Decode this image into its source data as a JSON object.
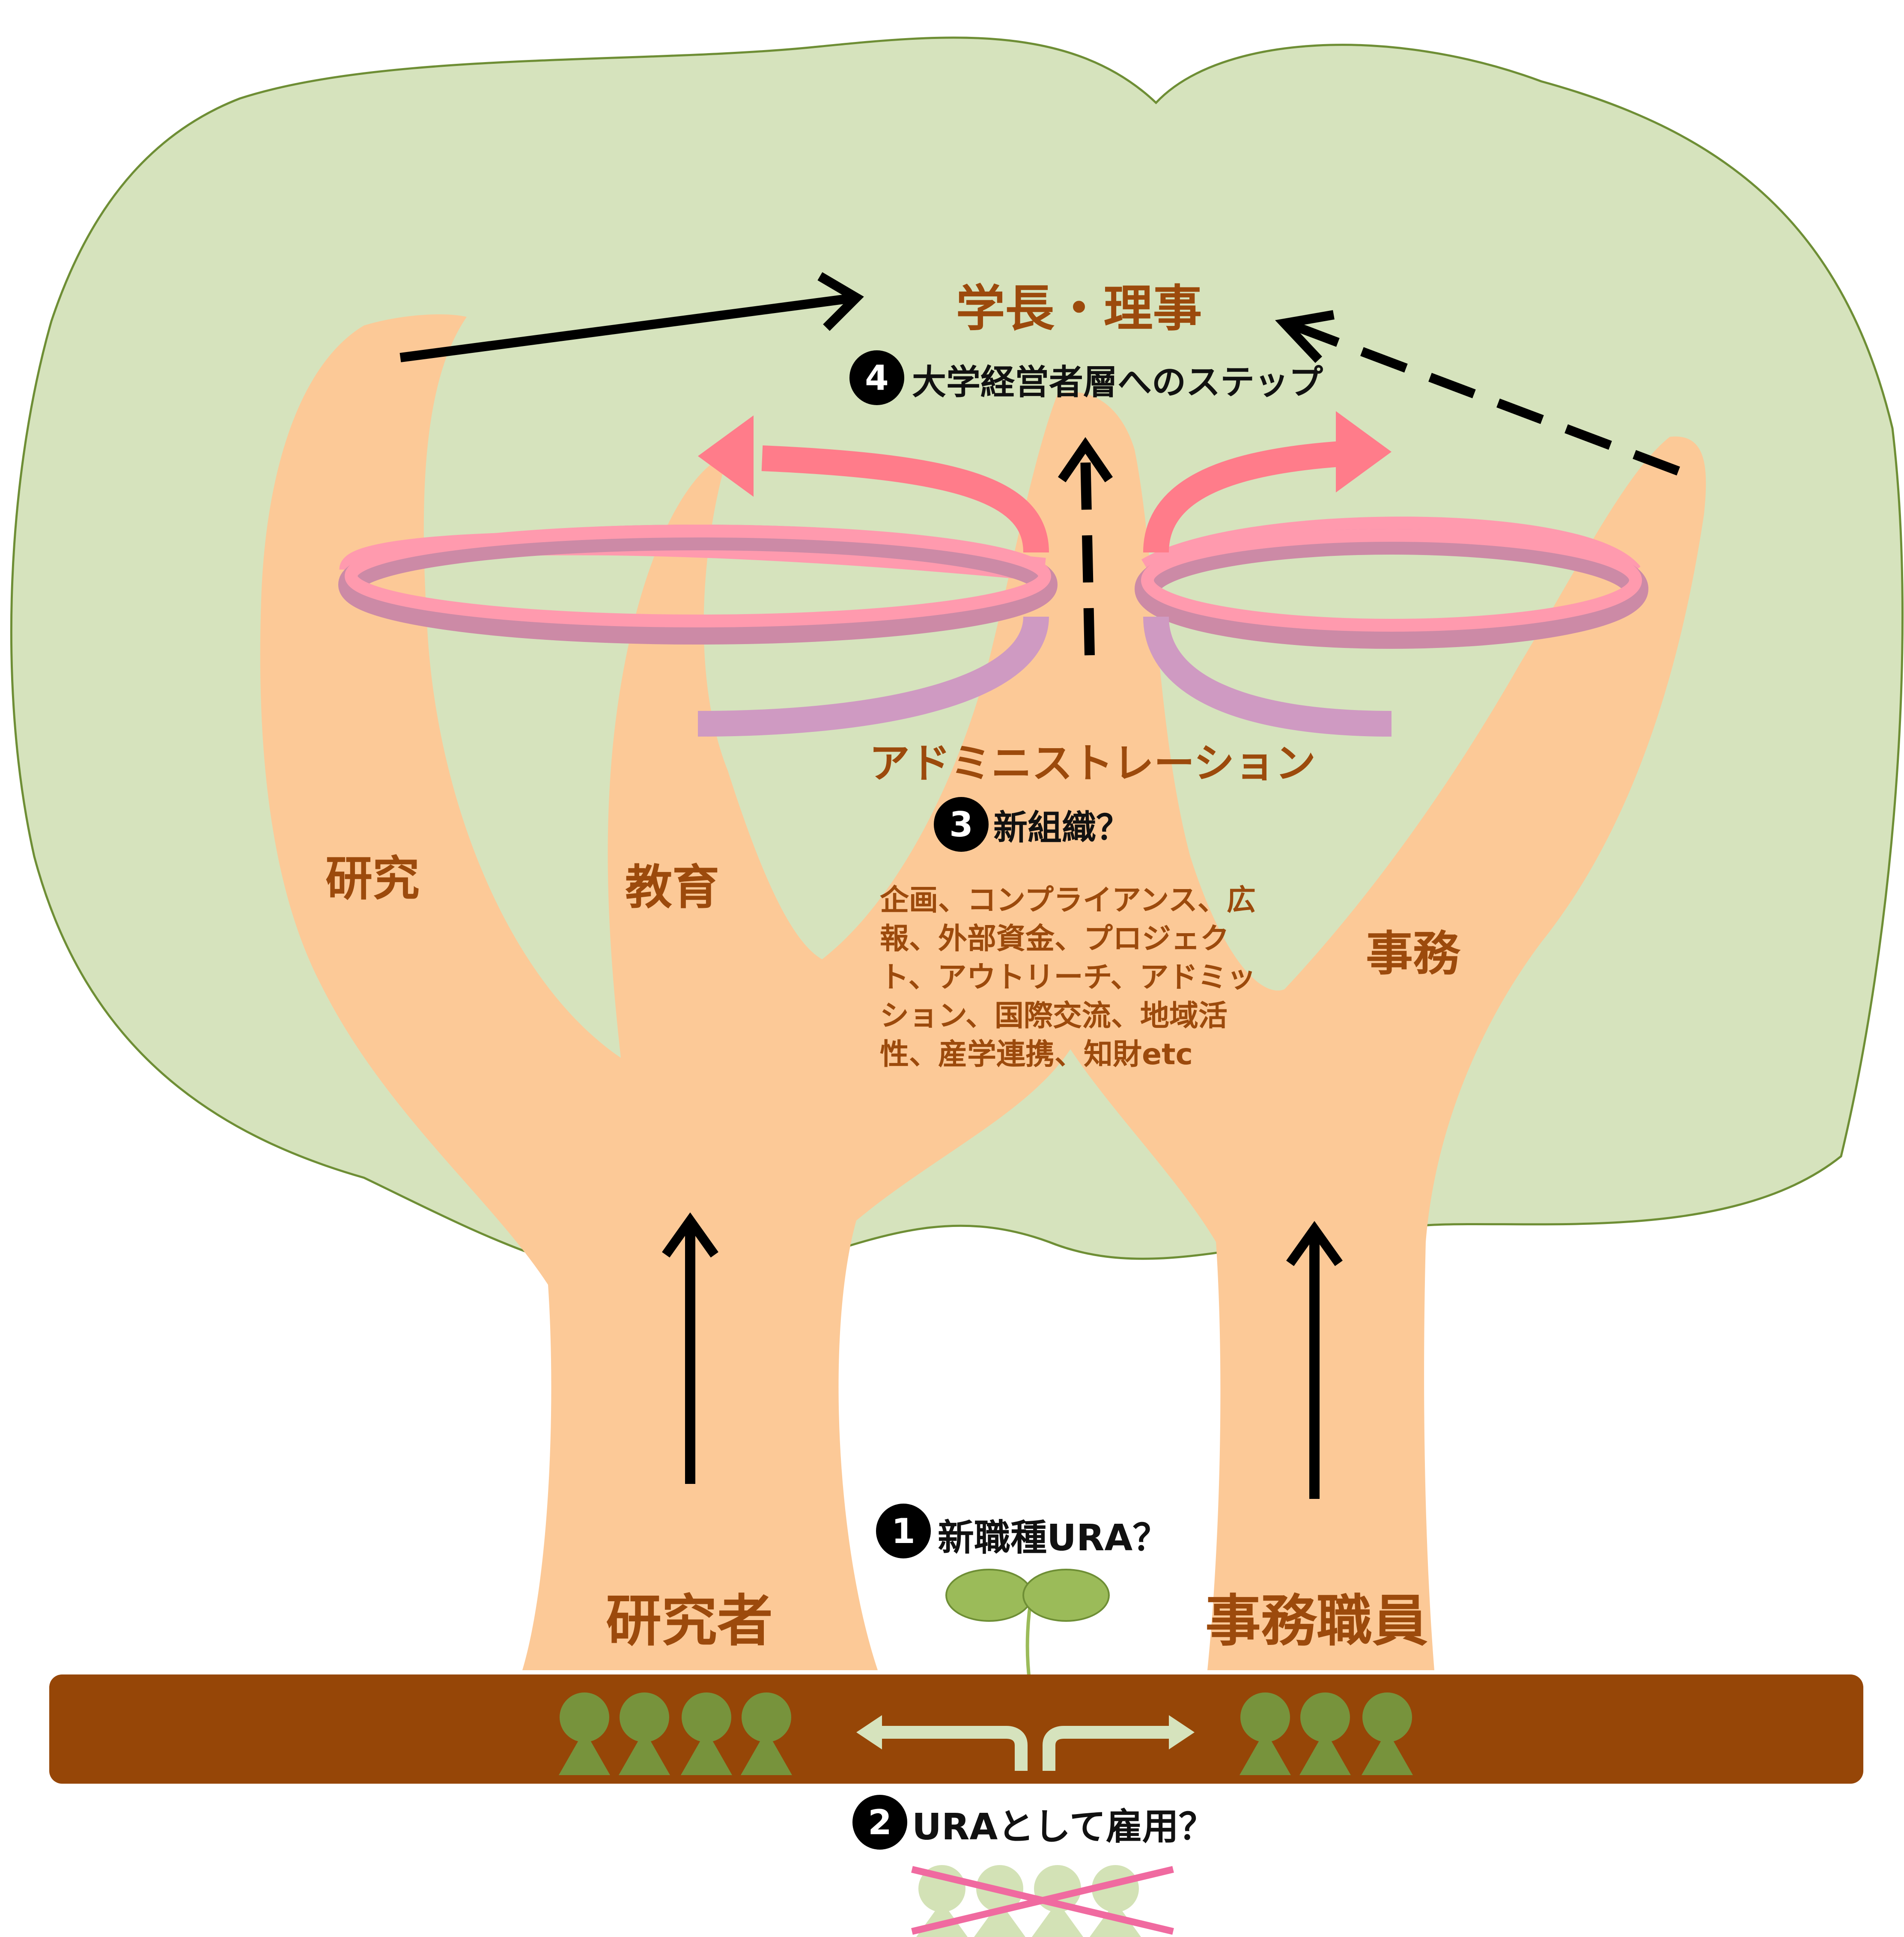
{
  "labels": {
    "top_title": "学長・理事",
    "step4": "大学経営者層へのステップ",
    "administration": "アドミニストレーション",
    "step3": "新組織？",
    "branch_research": "研究",
    "branch_education": "教育",
    "branch_office": "事務",
    "admin_list": [
      "企画、コンプライアンス、広",
      "報、外部資金、プロジェク",
      "ト、アウトリーチ、アドミッ",
      "ション、国際交流、地域活",
      "性、産学連携、知財etc"
    ],
    "step1": "新職種URA？",
    "researchers": "研究者",
    "office_staff": "事務職員",
    "step2": "URAとして雇用？"
  },
  "badges": [
    "4",
    "3",
    "1",
    "2"
  ],
  "people": {
    "researchers_count": 4,
    "office_count": 3,
    "crossed_out_count": 4
  },
  "colors": {
    "canopy": "#d6e3bd",
    "canopy_outline": "#6e8e35",
    "trunk": "#fcc997",
    "ground": "#964607",
    "label_text": "#9c4a0c",
    "people": "#77933c",
    "people_faded": "#d3e2b6",
    "ring_top": "#ff9aae",
    "ring_bottom": "#cc8aa6",
    "arrow_pink": "#ff7c8a",
    "cross": "#f06aa0",
    "sprout": "#9bbb59"
  }
}
